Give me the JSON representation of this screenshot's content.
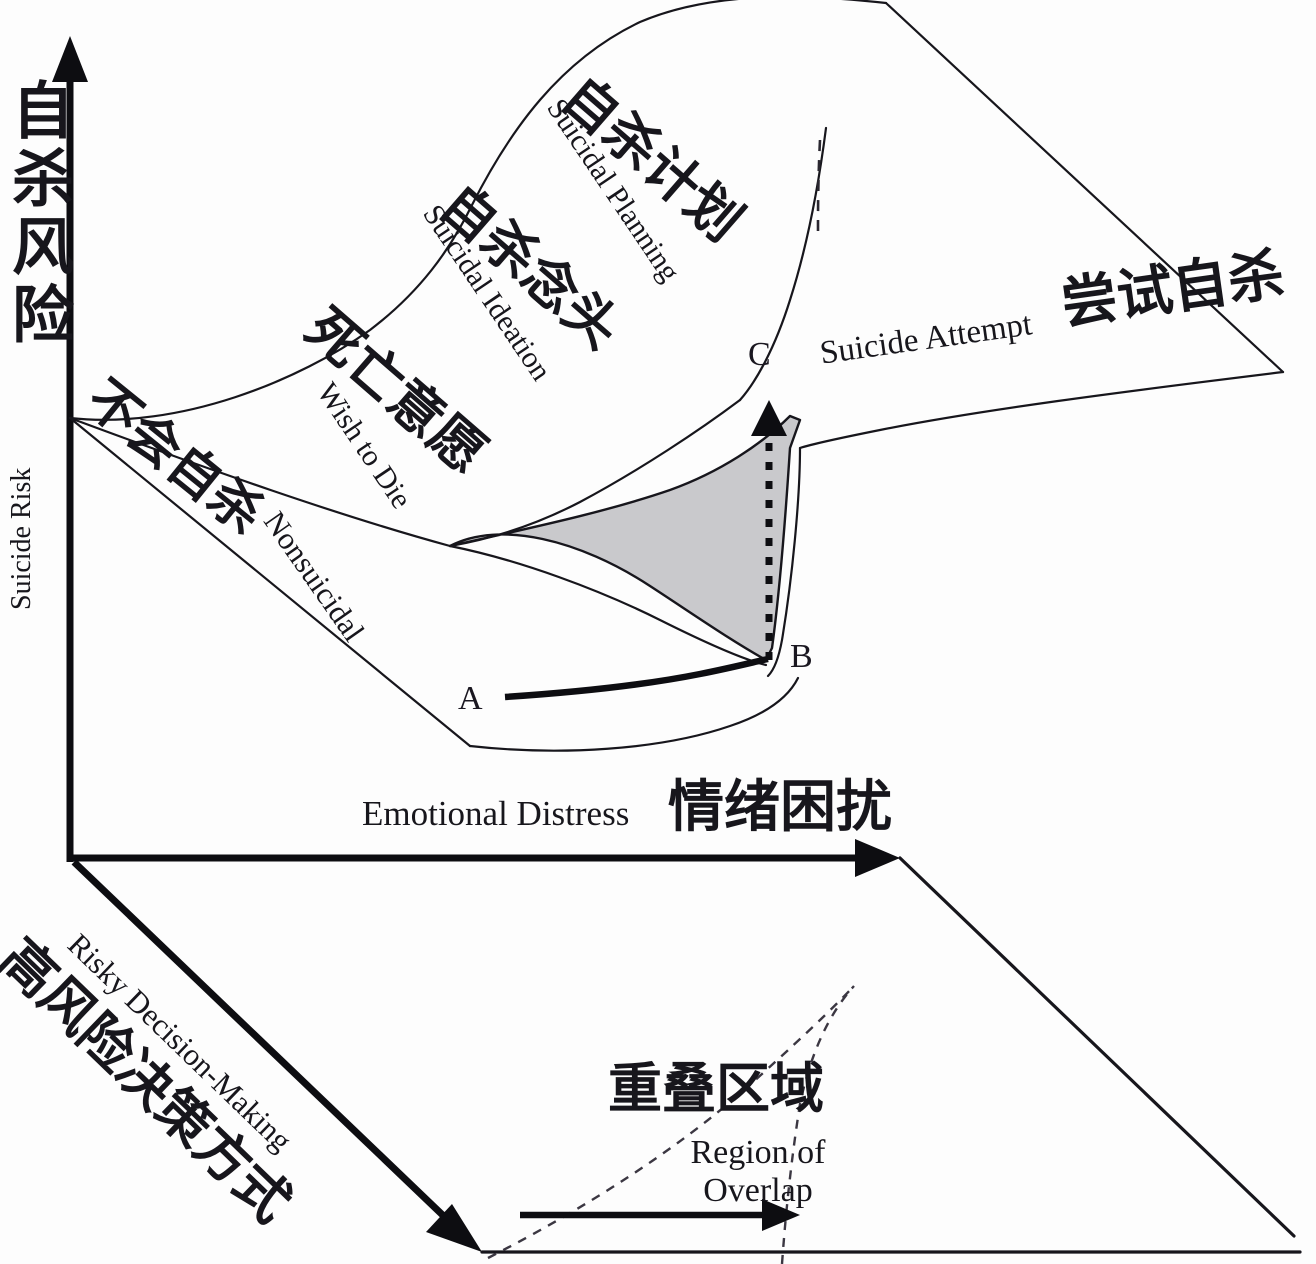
{
  "figure": {
    "type": "cusp-catastrophe-diagram",
    "title_cjk": "",
    "background_color": "#ffffff",
    "line_color": "#17161c",
    "shaded_region_color": "#c9c9cc"
  },
  "axes": {
    "vertical": {
      "name": "suicide-risk-axis",
      "label_cjk": "自杀风险",
      "label_en": "Suicide Risk",
      "direction": "up"
    },
    "horizontal": {
      "name": "emotional-distress-axis",
      "label_en": "Emotional Distress",
      "label_cjk": "情绪困扰",
      "direction": "right"
    },
    "depth": {
      "name": "risky-decision-making-axis",
      "label_cjk": "高风险决策方式",
      "label_en": "Risky Decision-Making",
      "direction": "down-left"
    }
  },
  "surface_regions": [
    {
      "id": "nonsuicidal",
      "label_cjk": "不会自杀",
      "label_en": "Nonsuicidal"
    },
    {
      "id": "wish-to-die",
      "label_cjk": "死亡意愿",
      "label_en": "Wish to Die"
    },
    {
      "id": "suicidal-ideation",
      "label_cjk": "自杀念头",
      "label_en": "Suicidal Ideation"
    },
    {
      "id": "suicidal-planning",
      "label_cjk": "自杀计划",
      "label_en": "Suicidal Planning"
    },
    {
      "id": "suicide-attempt",
      "label_cjk": "尝试自杀",
      "label_en": "Suicide Attempt"
    }
  ],
  "points": [
    {
      "id": "A",
      "label": "A"
    },
    {
      "id": "B",
      "label": "B"
    },
    {
      "id": "C",
      "label": "C"
    }
  ],
  "overlap": {
    "label_cjk": "重叠区域",
    "label_en_line1": "Region of",
    "label_en_line2": "Overlap"
  },
  "chart_data": {
    "type": "diagram",
    "description": "Cusp catastrophe surface relating emotional distress and risky decision-making to suicide risk",
    "control_variables": [
      "Emotional Distress",
      "Risky Decision-Making"
    ],
    "response_variable": "Suicide Risk",
    "surface_bands": [
      "Nonsuicidal",
      "Wish to Die",
      "Suicidal Ideation",
      "Suicidal Planning",
      "Suicide Attempt"
    ],
    "trajectory_points": [
      "A",
      "B",
      "C"
    ],
    "annotations": [
      "Region of Overlap"
    ]
  }
}
